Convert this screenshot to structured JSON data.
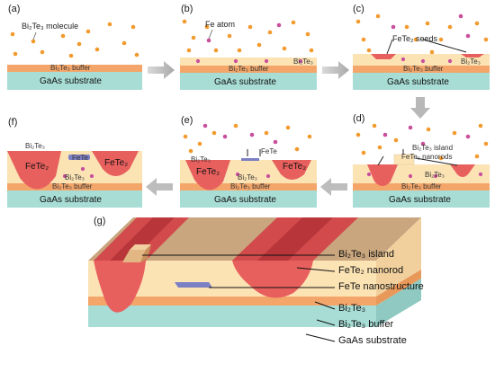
{
  "panels": {
    "a": {
      "tag": "(a)",
      "molecule": "Bi₂Te₃ molecule",
      "buffer": "Bi₂Te₃ buffer",
      "substrate": "GaAs substrate"
    },
    "b": {
      "tag": "(b)",
      "atom": "Fe atom",
      "film": "Bi₂Te₃",
      "buffer": "Bi₂Te₃ buffer",
      "substrate": "GaAs substrate"
    },
    "c": {
      "tag": "(c)",
      "seeds": "FeTe₂ seeds",
      "film": "Bi₂Te₃",
      "buffer": "Bi₂Te₃ buffer",
      "substrate": "GaAs substrate"
    },
    "d": {
      "tag": "(d)",
      "island": "Bi₂Te₃ island",
      "nanorods": "FeTe₂ nanorods",
      "film": "Bi₂Te₃",
      "buffer": "Bi₂Te₃ buffer",
      "substrate": "GaAs substrate"
    },
    "e": {
      "tag": "(e)",
      "fete": "FeTe",
      "film_left": "Bi₂Te₃",
      "fete2_left": "FeTe₂",
      "fete2_right": "FeTe₂",
      "film": "Bi₂Te₃",
      "buffer": "Bi₂Te₃ buffer",
      "substrate": "GaAs substrate"
    },
    "f": {
      "tag": "(f)",
      "film_top": "Bi₂Te₃",
      "fete": "FeTe",
      "fete2_left": "FeTe₂",
      "fete2_right": "FeTe₂",
      "film": "Bi₂Te₃",
      "buffer": "Bi₂Te₃ buffer",
      "substrate": "GaAs substrate"
    },
    "g": {
      "tag": "(g)",
      "legend": [
        "Bi₂Te₃ island",
        "FeTe₂ nanorod",
        "FeTe nanostructure",
        "Bi₂Te₃",
        "Bi₂Te₃ buffer",
        "GaAs substrate"
      ]
    }
  },
  "colors": {
    "substrate": "#a8ddd6",
    "buffer": "#f4a66a",
    "film": "#fbe3b4",
    "fete2": "#e8605e",
    "fete2_dark": "#b8363a",
    "molecule": "#f39a2e",
    "fe_atom": "#c94f9c",
    "fete": "#7b7fc4",
    "arrow": "#bdbdbd"
  }
}
